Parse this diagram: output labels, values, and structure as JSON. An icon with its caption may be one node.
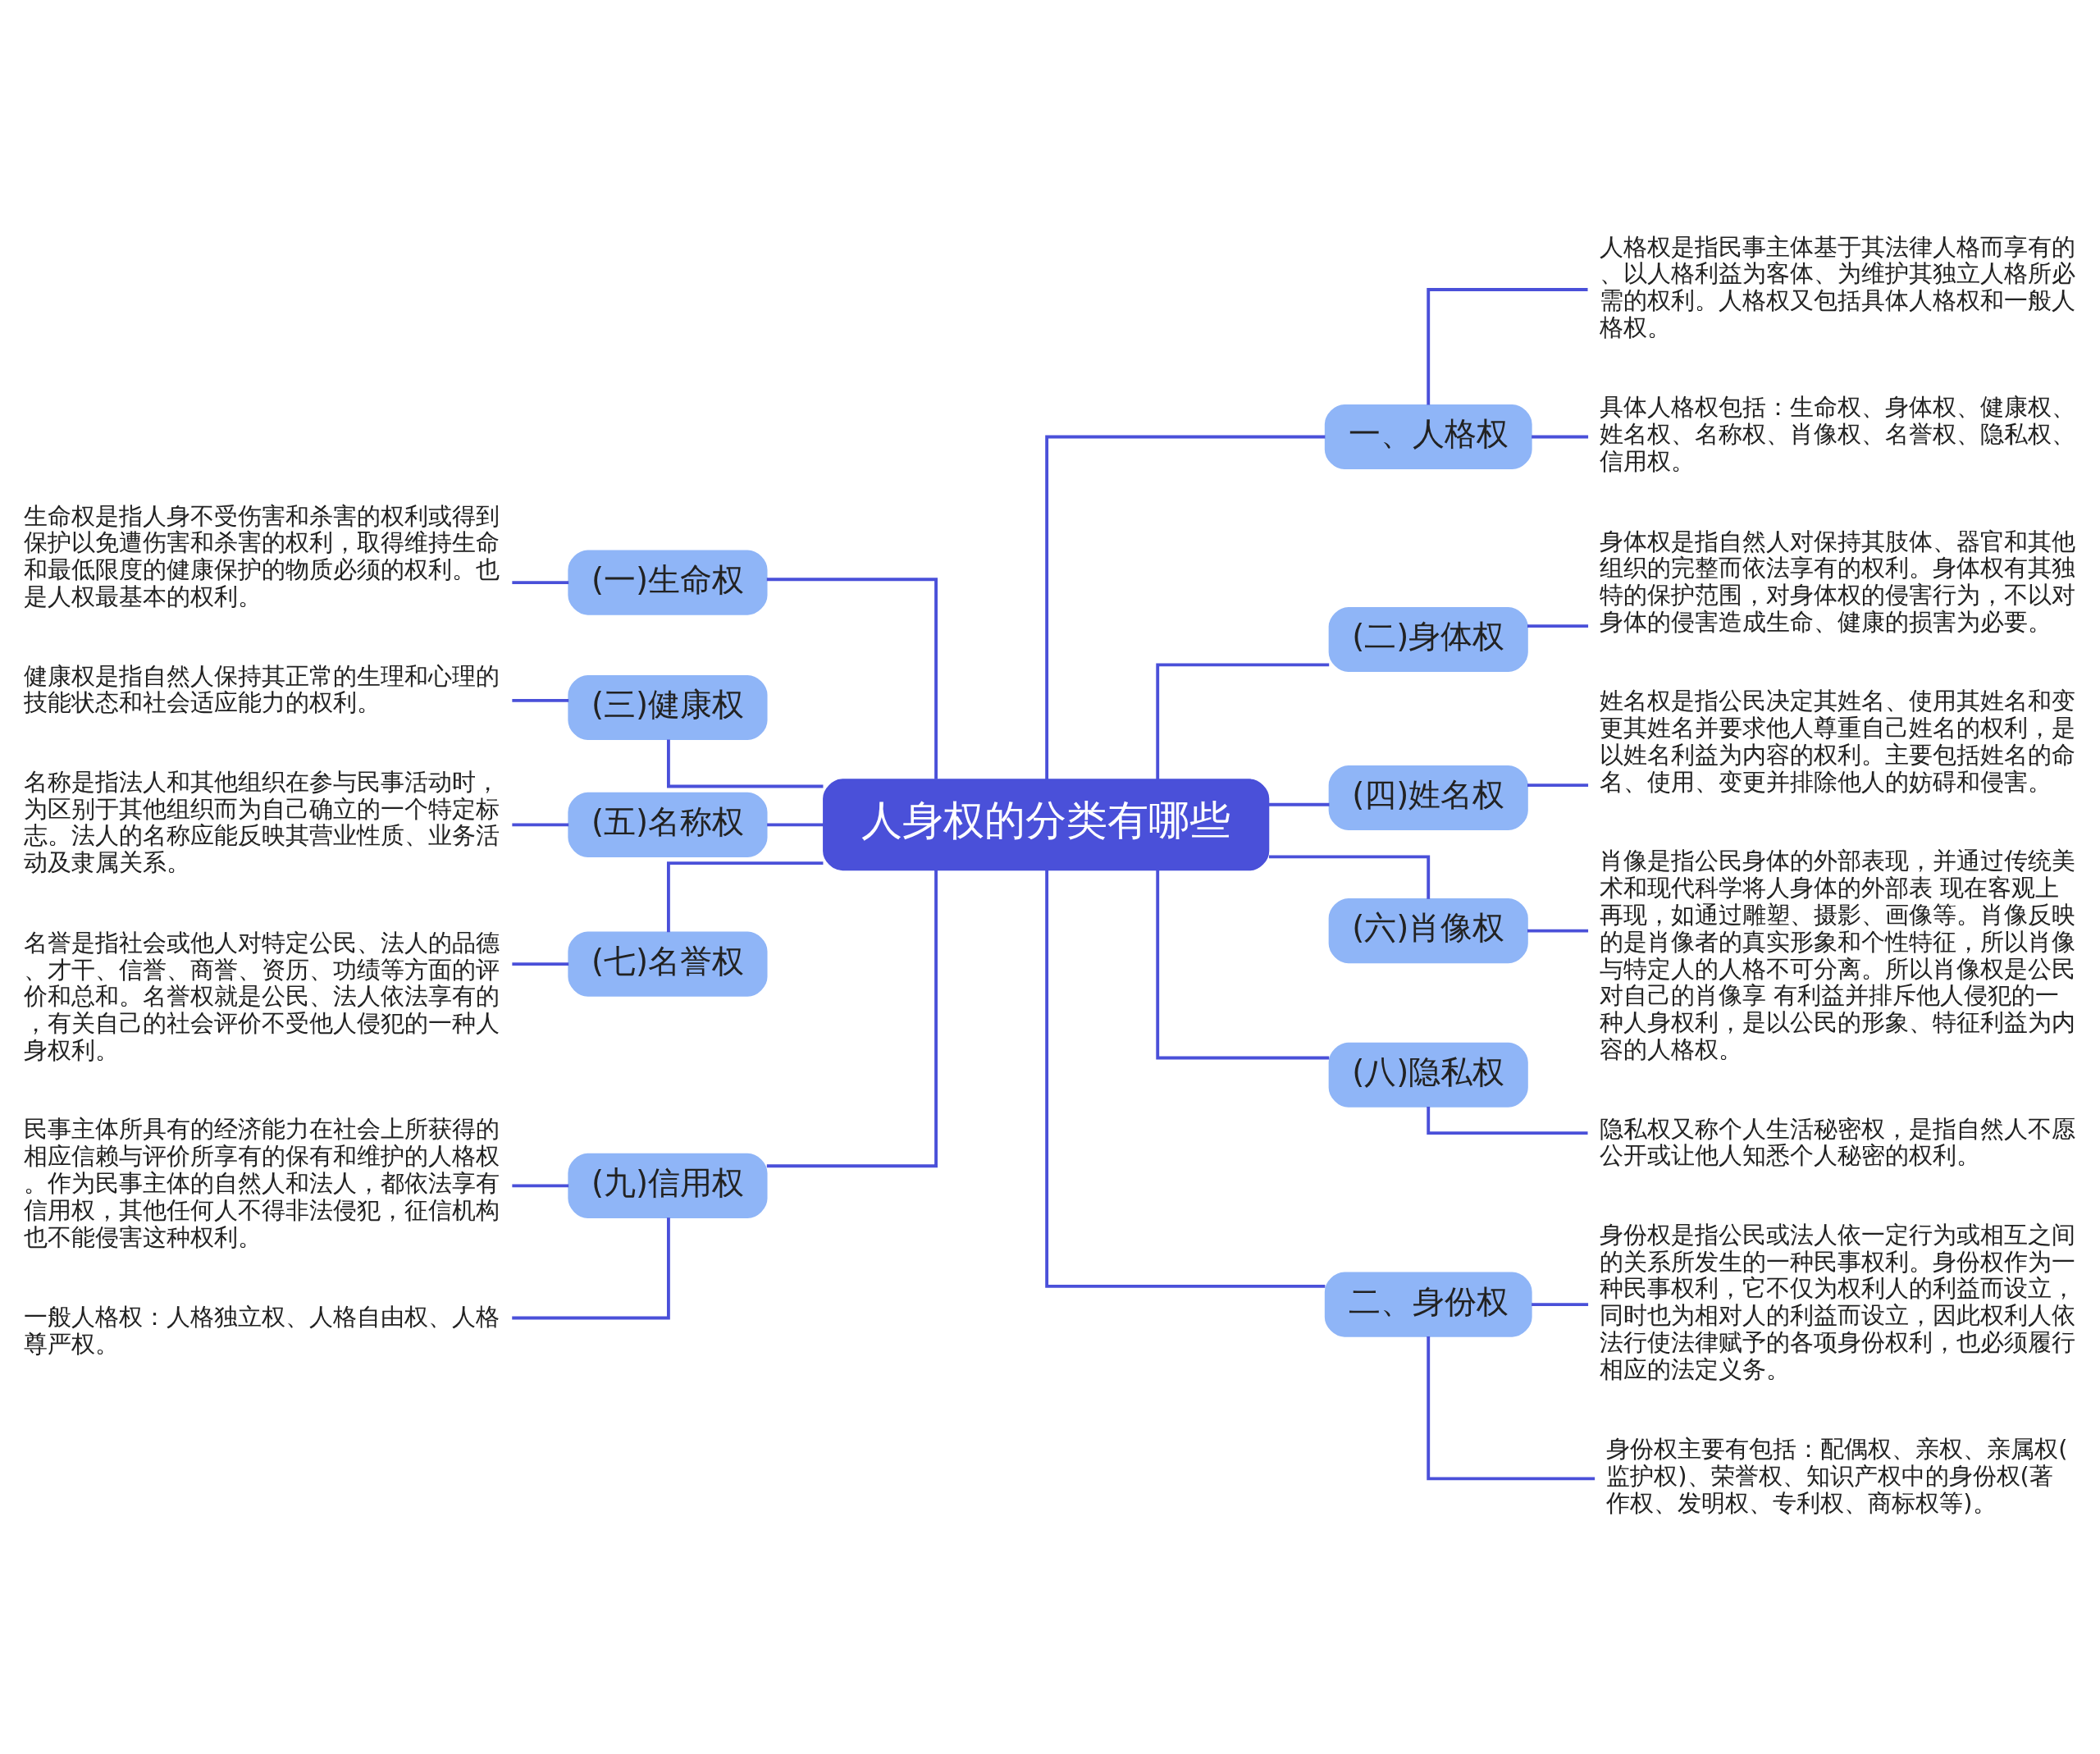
{
  "diagram": {
    "nodes": [
      {
        "text": [
          "人身权的分类有哪些"
        ]
      },
      {
        "text": [
          "一、人格权"
        ]
      },
      {
        "text": [
          "人格权是指民事主体基于其法律人格而享有的、以人格利益为客体、为维护其独立人格所必需的权利。人格权又包括具体人格权和一般人格权。"
        ]
      },
      {
        "text": [
          "具体人格权包括：生命权、身体权、健康权、姓名权、名称权、肖像权、名誉权、隐私权、信用权。"
        ]
      },
      {
        "text": [
          "(二)身体权"
        ]
      },
      {
        "text": [
          "身体权是指自然人对保持其肢体、器官和其他组织的完整而依法享有的权利。身体权有其独特的保护范围，对身体权的侵害行为，不以对身体的侵害造成生命、健康的损害为必要。"
        ]
      },
      {
        "text": [
          "(四)姓名权"
        ]
      },
      {
        "text": [
          "姓名权是指公民决定其姓名、使用其姓名和变更其姓名并要求他人尊重自己姓名的权利，是以姓名利益为内容的权利。主要包括姓名的命名、使用、变更并排除他人的妨碍和侵害。"
        ]
      },
      {
        "text": [
          "(六)肖像权"
        ]
      },
      {
        "text": [
          "肖像是指公民身体的外部表现，并通过传统美术和现代科学将人身体的外部表 现在客观上再现，如通过雕塑、摄影、画像等。肖像反映的是肖像者的真实形象和个性特征，所以肖像与特定人的人格不可分离。所以肖像权是公民对自己的肖像享 有利益并排斥他人侵犯的一种人身权利，是以公民的形象、特征利益为内容的人格权。"
        ]
      },
      {
        "text": [
          "(八)隐私权"
        ]
      },
      {
        "text": [
          "隐私权又称个人生活秘密权，是指自然人不愿公开或让他人知悉个人秘密的权利。"
        ]
      },
      {
        "text": [
          "二、身份权"
        ]
      },
      {
        "text": [
          "身份权是指公民或法人依一定行为或相互之间的关系所发生的一种民事权利。身份权作为一种民事权利，它不仅为权利人的利益而设立，同时也为相对人的利益而设立，因此权利人依法行使法律赋予的各项身份权利，也必须履行相应的法定义务。"
        ]
      },
      {
        "text": [
          "身份权主要有包括：配偶权、亲权、亲属权(监护权)、荣誉权、知识产权中的身份权(著作权、发明权、专利权、商标权等)。"
        ]
      },
      {
        "text": [
          "(一)生命权"
        ]
      },
      {
        "text": [
          "生命权是指人身不受伤害和杀害的权利或得到保护以免遭伤害和杀害的权利，取得维持生命和最低限度的健康保护的物质必须的权利。也是人权最基本的权利。"
        ]
      },
      {
        "text": [
          "(三)健康权"
        ]
      },
      {
        "text": [
          "健康权是指自然人保持其正常的生理和心理的技能状态和社会适应能力的权利。"
        ]
      },
      {
        "text": [
          "(五)名称权"
        ]
      },
      {
        "text": [
          "名称是指法人和其他组织在参与民事活动时，为区别于其他组织而为自己确立的一个特定标志。法人的名称应能反映其营业性质、业务活动及隶属关系。"
        ]
      },
      {
        "text": [
          "(七)名誉权"
        ]
      },
      {
        "text": [
          "名誉是指社会或他人对特定公民、法人的品德、才干、信誉、商誉、资历、功绩等方面的评价和总和。名誉权就是公民、法人依法享有的，有关自己的社会评价不受他人侵犯的一种人身权利。"
        ]
      },
      {
        "text": [
          "(九)信用权"
        ]
      },
      {
        "text": [
          "民事主体所具有的经济能力在社会上所获得的相应信赖与评价所享有的保有和维护的人格权。作为民事主体的自然人和法人，都依法享有信用权，其他任何人不得非法侵犯，征信机构也不能侵害这种权利。"
        ]
      },
      {
        "text": [
          "一般人格权：人格独立权、人格自由权、人格尊严权。"
        ]
      }
    ],
    "edges": [
      {
        "from": 0,
        "to": 1,
        "arrow": "none"
      },
      {
        "from": 1,
        "to": 2,
        "arrow": "none"
      },
      {
        "from": 1,
        "to": 3,
        "arrow": "none"
      },
      {
        "from": 0,
        "to": 4,
        "arrow": "none"
      },
      {
        "from": 4,
        "to": 5,
        "arrow": "none"
      },
      {
        "from": 0,
        "to": 6,
        "arrow": "none"
      },
      {
        "from": 6,
        "to": 7,
        "arrow": "none"
      },
      {
        "from": 0,
        "to": 8,
        "arrow": "none"
      },
      {
        "from": 8,
        "to": 9,
        "arrow": "none"
      },
      {
        "from": 0,
        "to": 10,
        "arrow": "none"
      },
      {
        "from": 10,
        "to": 11,
        "arrow": "none"
      },
      {
        "from": 0,
        "to": 12,
        "arrow": "none"
      },
      {
        "from": 12,
        "to": 13,
        "arrow": "none"
      },
      {
        "from": 12,
        "to": 14,
        "arrow": "none"
      },
      {
        "from": 0,
        "to": 15,
        "arrow": "none"
      },
      {
        "from": 15,
        "to": 16,
        "arrow": "none"
      },
      {
        "from": 0,
        "to": 17,
        "arrow": "none"
      },
      {
        "from": 17,
        "to": 18,
        "arrow": "none"
      },
      {
        "from": 0,
        "to": 19,
        "arrow": "none"
      },
      {
        "from": 19,
        "to": 20,
        "arrow": "none"
      },
      {
        "from": 0,
        "to": 21,
        "arrow": "none"
      },
      {
        "from": 21,
        "to": 22,
        "arrow": "none"
      },
      {
        "from": 0,
        "to": 23,
        "arrow": "none"
      },
      {
        "from": 23,
        "to": 24,
        "arrow": "none"
      },
      {
        "from": 23,
        "to": 25,
        "arrow": "none"
      }
    ]
  }
}
